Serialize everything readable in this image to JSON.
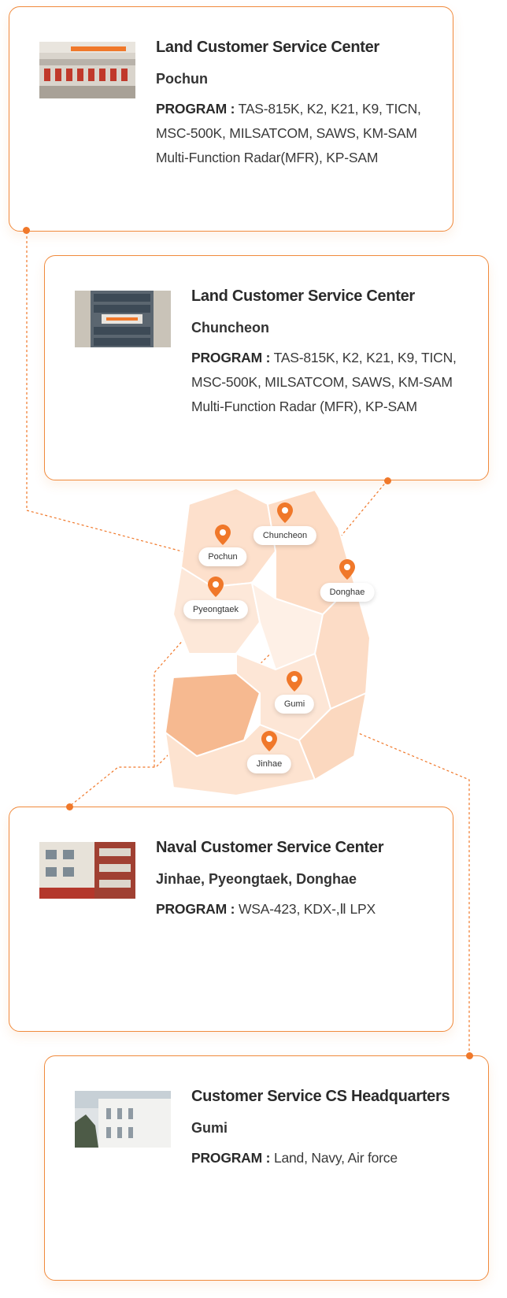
{
  "cards": [
    {
      "title": "Land Customer Service Center",
      "location": "Pochun",
      "program_label": "PROGRAM :",
      "program_text": "TAS-815K, K2, K21, K9, TICN, MSC-500K, MILSATCOM, SAWS, KM-SAM Multi-Function Radar(MFR), KP-SAM"
    },
    {
      "title": "Land Customer Service Center",
      "location": "Chuncheon",
      "program_label": "PROGRAM :",
      "program_text": "TAS-815K, K2, K21, K9, TICN, MSC-500K, MILSATCOM, SAWS, KM-SAM Multi-Function Radar (MFR), KP-SAM"
    },
    {
      "title": "Naval Customer Service Center",
      "location": "Jinhae, Pyeongtaek, Donghae",
      "program_label": "PROGRAM :",
      "program_text": "WSA-423, KDX-,Ⅱ LPX"
    },
    {
      "title": "Customer Service CS Headquarters",
      "location": "Gumi",
      "program_label": "PROGRAM :",
      "program_text": "Land, Navy, Air force"
    }
  ],
  "map": {
    "pins": [
      {
        "label": "Pochun",
        "icon": "map-pin-icon"
      },
      {
        "label": "Chuncheon",
        "icon": "map-pin-icon"
      },
      {
        "label": "Pyeongtaek",
        "icon": "map-pin-icon"
      },
      {
        "label": "Donghae",
        "icon": "map-pin-icon"
      },
      {
        "label": "Gumi",
        "icon": "map-pin-icon"
      },
      {
        "label": "Jinhae",
        "icon": "map-pin-icon"
      }
    ]
  },
  "colors": {
    "accent": "#f0782a",
    "card_border": "#f08a3c",
    "map_fill_light": "#fde6d6",
    "map_fill_mid": "#fbd3b6",
    "map_fill_dark": "#f5b98c"
  }
}
